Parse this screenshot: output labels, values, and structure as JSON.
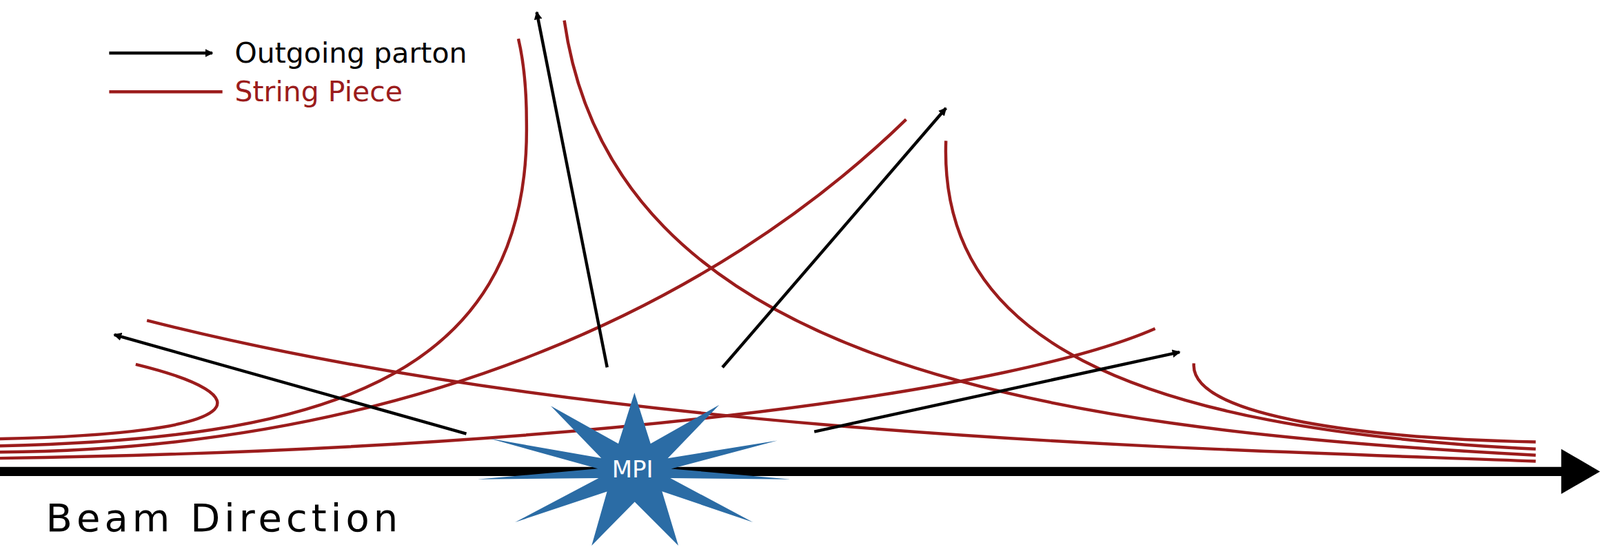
{
  "diagram": {
    "nodes": [
      {
        "text": [
          "MPI"
        ]
      }
    ],
    "labels": [
      "Beam Direction"
    ],
    "legend": [
      {
        "text": "Outgoing parton"
      },
      {
        "text": "String Piece"
      }
    ]
  }
}
